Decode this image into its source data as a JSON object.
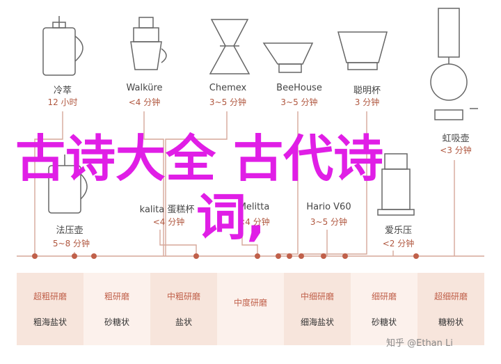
{
  "devices": [
    {
      "id": "french-press",
      "name": "冷萃",
      "time": "12 小时"
    },
    {
      "id": "walkure",
      "name": "Walküre",
      "time": "<4 分钟"
    },
    {
      "id": "chemex",
      "name": "Chemex",
      "time": "3~5 分钟"
    },
    {
      "id": "beehouse",
      "name": "BeeHouse",
      "time": "3~5 分钟"
    },
    {
      "id": "smart-cup",
      "name": "聪明杯",
      "time": "3 分钟"
    },
    {
      "id": "siphon",
      "name": "虹吸壶",
      "time": "<3 分钟"
    },
    {
      "id": "fapress",
      "name": "法压壶",
      "time": "5~8 分钟"
    },
    {
      "id": "kalita",
      "name": "kalita 蛋糕杯",
      "time": "<4 分钟"
    },
    {
      "id": "melitta",
      "name": "Melitta",
      "time": "<4 分钟"
    },
    {
      "id": "hario",
      "name": "Hario V60",
      "time": "3~5 分钟"
    },
    {
      "id": "aeropress",
      "name": "爱乐压",
      "time": "<2 分钟"
    }
  ],
  "grind": [
    {
      "level": "超粗研磨",
      "shape": "粗海盐状"
    },
    {
      "level": "粗研磨",
      "shape": "砂糖状"
    },
    {
      "level": "中粗研磨",
      "shape": "盐状"
    },
    {
      "level": "中度研磨",
      "shape": ""
    },
    {
      "level": "中细研磨",
      "shape": "细海盐状"
    },
    {
      "level": "细研磨",
      "shape": "砂糖状"
    },
    {
      "level": "超细研磨",
      "shape": "糖粉状"
    }
  ],
  "overlay": {
    "line1": "古诗大全 古代诗",
    "line2": "词,"
  },
  "watermark": "知乎 @Ethan Li",
  "colors": {
    "accent": "#c0604a",
    "line": "#d6a799",
    "overlay": "#e01ee6"
  }
}
